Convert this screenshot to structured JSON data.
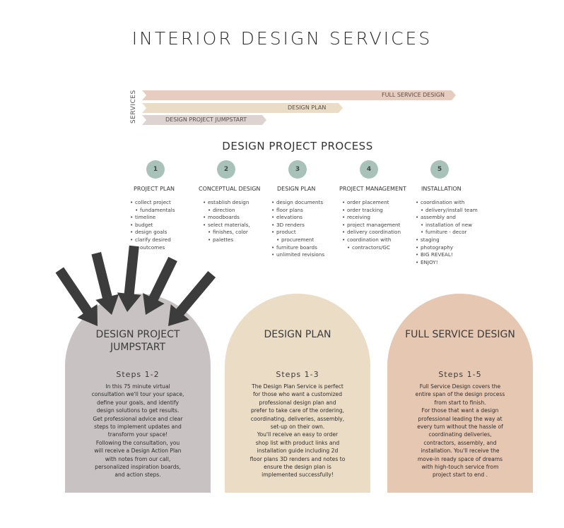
{
  "title": "INTERIOR DESIGN SERVICES",
  "services": {
    "axis_label": "SERVICES",
    "bars": [
      {
        "label": "FULL SERVICE  DESIGN",
        "color": "#e7cdbf"
      },
      {
        "label": "DESIGN PLAN",
        "color": "#ebdcc6"
      },
      {
        "label": "DESIGN PROJECT JUMPSTART",
        "color": "#ddd3d1"
      }
    ]
  },
  "process": {
    "title": "DESIGN PROJECT PROCESS",
    "circle_color": "#a9c2b9",
    "steps": [
      {
        "number": "1",
        "title": "PROJECT PLAN",
        "items": [
          "collect project",
          "fundamentals",
          "timeline",
          "budget",
          "design goals",
          "clarify desired",
          "outcomes"
        ]
      },
      {
        "number": "2",
        "title": "CONCEPTUAL DESIGN",
        "items": [
          "establish design",
          "direction",
          "moodboards",
          "select materials,",
          "finishes, color",
          "palettes"
        ]
      },
      {
        "number": "3",
        "title": "DESIGN PLAN",
        "items": [
          "design documents",
          "floor plans",
          "elevations",
          "3D renders",
          "product",
          "procurement",
          "furniture boards",
          "unlimited revisions"
        ]
      },
      {
        "number": "4",
        "title": "PROJECT MANAGEMENT",
        "items": [
          "order placement",
          "order tracking",
          "receiving",
          "project management",
          "delivery coordination",
          "coordination with",
          "contractors/GC"
        ]
      },
      {
        "number": "5",
        "title": "INSTALLATION",
        "items": [
          "coordination with",
          "delivery/install team",
          "assembly and",
          "installation of new",
          "furniture - decor",
          "staging",
          "photography",
          "BIG REVEAL!",
          "ENJOY!"
        ]
      }
    ]
  },
  "cards": [
    {
      "title_line1": "DESIGN PROJECT",
      "title_line2": "JUMPSTART",
      "steps": "Steps 1-2",
      "color": "#c9c2c2",
      "body": [
        "In this 75 minute virtual",
        "consultation we'll tour your space,",
        "define your goals, and identify",
        "design solutions to get  results.",
        "Get professional advice and clear",
        "steps to implement updates and",
        "transform your space!",
        "Following the consultation, you",
        "will receive a Design Action Plan",
        "with notes from our call,",
        "personalized inspiration boards,",
        "and action steps."
      ]
    },
    {
      "title_line1": "DESIGN PLAN",
      "title_line2": "",
      "steps": "Steps 1-3",
      "color": "#ebdcc6",
      "body": [
        "The Design Plan Service is perfect",
        "for those who want a customized",
        "professional design plan and",
        "prefer to take care of the ordering,",
        "coordinating, deliveries, assembly,",
        "set-up on their own.",
        "You'll receive an easy to order",
        "shop list with product links and",
        "installation guide including 2d",
        "floor plans 3D renders and notes to",
        "ensure the design plan is",
        "implemented successfully!"
      ]
    },
    {
      "title_line1": "FULL SERVICE DESIGN",
      "title_line2": "",
      "steps": "Steps 1-5",
      "color": "#e6c7b2",
      "body": [
        "Full Service Design covers the",
        "entire span of the design process",
        "from start to finish.",
        "For those that want a design",
        "professional leading the way at",
        "every turn without the hassle of",
        "coordinating deliveries,",
        "contractors, assembly, and",
        "installation. You'll receive the",
        "move-in ready space of dreams",
        "with high-touch service from",
        "project start to end ."
      ]
    }
  ],
  "arrow_color": "#3c3c3c"
}
